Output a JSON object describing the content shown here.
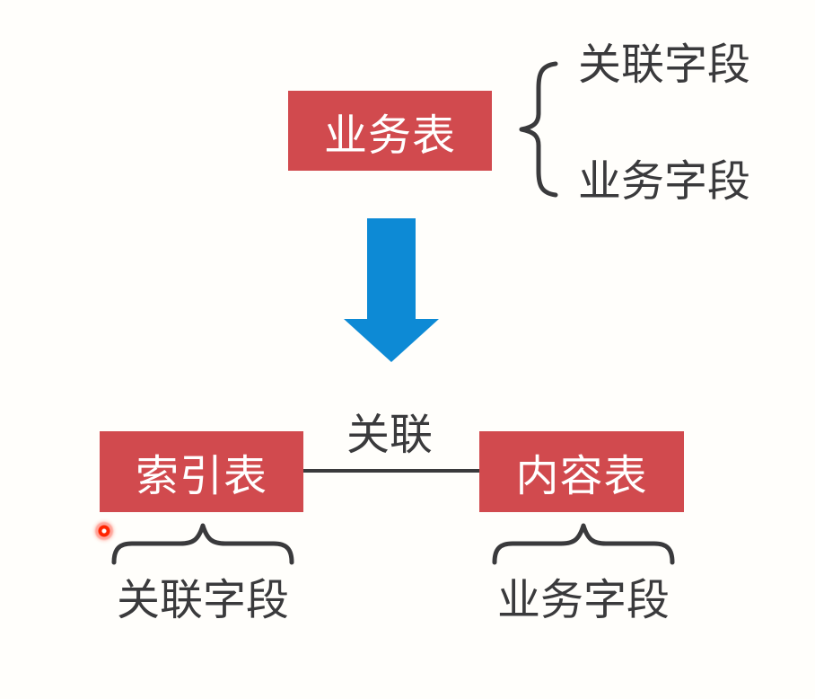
{
  "diagram": {
    "colors": {
      "background": "#fffefb",
      "box_red": "#d14a4e",
      "box_text": "#ffffff",
      "text_dark": "#3a3a3c",
      "arrow_blue": "#0d8ad5",
      "connector": "#3a3a3c",
      "laser_red": "#ff2400"
    },
    "top": {
      "table_label": "业务表",
      "fields": [
        {
          "label": "关联字段"
        },
        {
          "label": "业务字段"
        }
      ]
    },
    "arrow": {
      "direction": "down"
    },
    "bottom": {
      "relation_label": "关联",
      "left_table": {
        "label": "索引表",
        "field_label": "关联字段"
      },
      "right_table": {
        "label": "内容表",
        "field_label": "业务字段"
      }
    }
  }
}
